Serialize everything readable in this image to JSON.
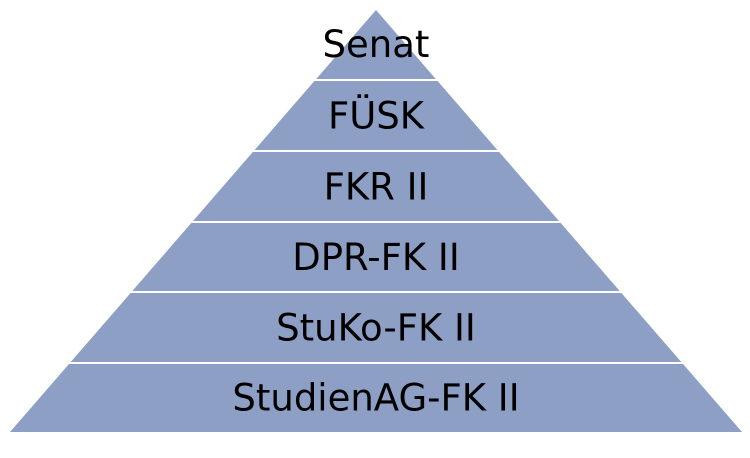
{
  "pyramid": {
    "fill_color": "#8e9fc6",
    "divider_color": "#ffffff",
    "tiers": [
      {
        "label": "Senat"
      },
      {
        "label": "FÜSK"
      },
      {
        "label": "FKR II"
      },
      {
        "label": "DPR-FK II"
      },
      {
        "label": "StuKo-FK II"
      },
      {
        "label": "StudienAG-FK II"
      }
    ]
  }
}
